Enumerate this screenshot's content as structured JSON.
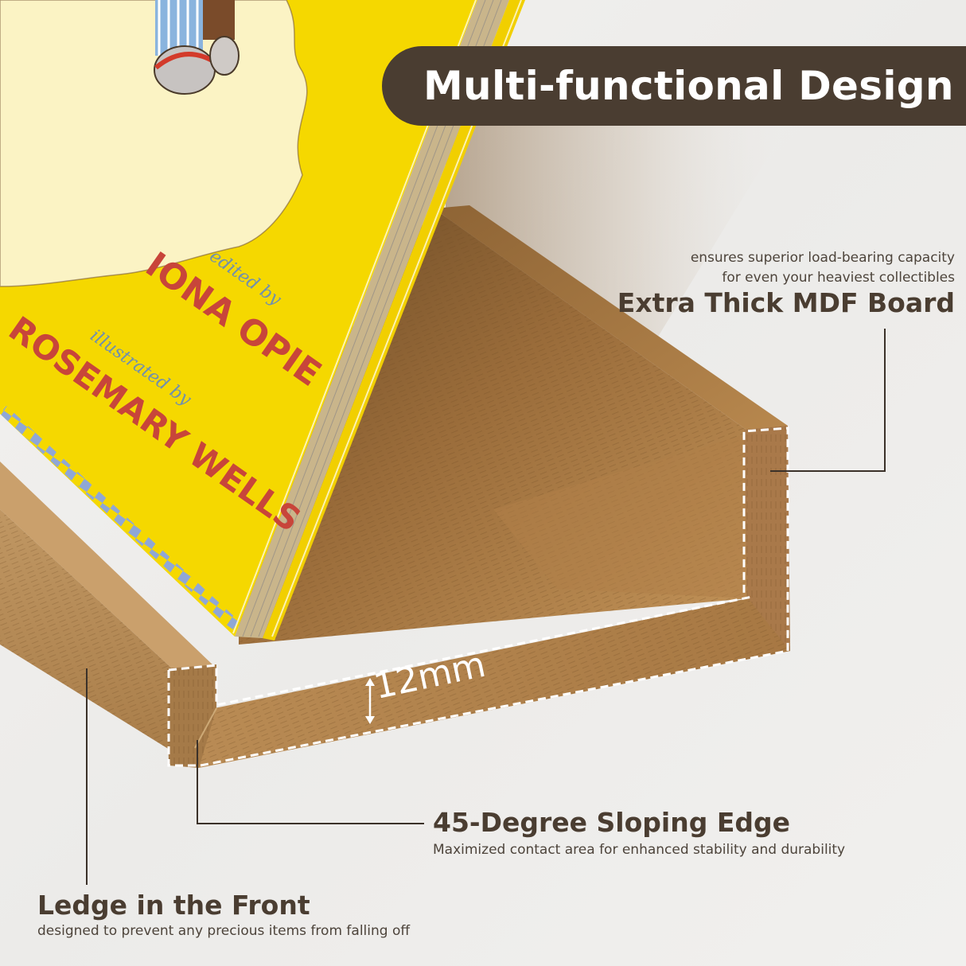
{
  "banner": {
    "title": "Multi-functional Design",
    "background_color": "#4a3d31",
    "text_color": "#ffffff"
  },
  "product_photo": {
    "subject": "wooden wall-mounted book ledge shelf holding a yellow picture book",
    "book_cover": {
      "edited_by_label": "edited by",
      "editor": "IONA OPIE",
      "illustrated_by_label": "illustrated by",
      "illustrator": "ROSEMARY WELLS",
      "cover_color": "#f5d800",
      "title_text_color": "#c8453a",
      "accent_text_color": "#6f8fb0"
    },
    "wood_color": "#b98a52"
  },
  "measurement": {
    "label": "12mm",
    "icon": "double-arrow-vertical-icon"
  },
  "callouts": [
    {
      "id": "mdf",
      "title": "Extra Thick MDF Board",
      "description_lines": [
        "ensures superior load-bearing capacity",
        "for even your heaviest collectibles"
      ]
    },
    {
      "id": "slope",
      "title": "45-Degree Sloping Edge",
      "description_lines": [
        "Maximized contact area for enhanced stability and durability"
      ]
    },
    {
      "id": "ledge",
      "title": "Ledge in the Front",
      "description_lines": [
        "designed to prevent any precious items from falling off"
      ]
    }
  ],
  "colors": {
    "text_dark": "#4a3d31",
    "wall": "#efeeec",
    "leader_line": "#3b3129",
    "dash_outline": "#ffffff"
  }
}
